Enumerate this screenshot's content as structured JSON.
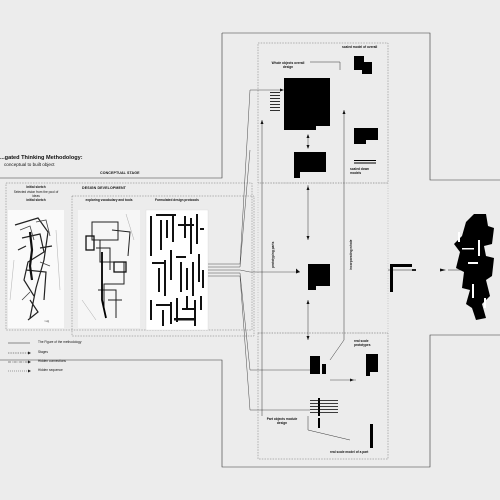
{
  "title": "...gated Thinking Methodology:",
  "subtitle": "conceptual to built object",
  "stages": {
    "conceptual": "CONCEPTUAL STAGE",
    "design_development": "DESIGN DEVELOPMENT"
  },
  "columns": {
    "initial_sketch": {
      "title": "Initial sketch",
      "desc": "Selected vision from the pool of ideas",
      "sub": "initial sketch"
    },
    "exploring": {
      "title": "exploring vocabulary and tools"
    },
    "formulated": {
      "title": "Formulated design protocols"
    }
  },
  "labels": {
    "whole": "Whole objects overall design",
    "scaled_model_overall": "scaled model of overall",
    "scaled_down_models": "scaled down models",
    "prototyping_parts": "prototyping parts",
    "incorporating_whole": "incorporating whole",
    "real_scale_prototypes": "real scale prototypes",
    "part": "Part objects module design",
    "real_scale_model_part": "real scale model of a part"
  },
  "legend": [
    {
      "label": "The Figure of the methodology"
    },
    {
      "label": "Stages"
    },
    {
      "label": "Hidden connections"
    },
    {
      "label": "Hidden sequence"
    }
  ]
}
